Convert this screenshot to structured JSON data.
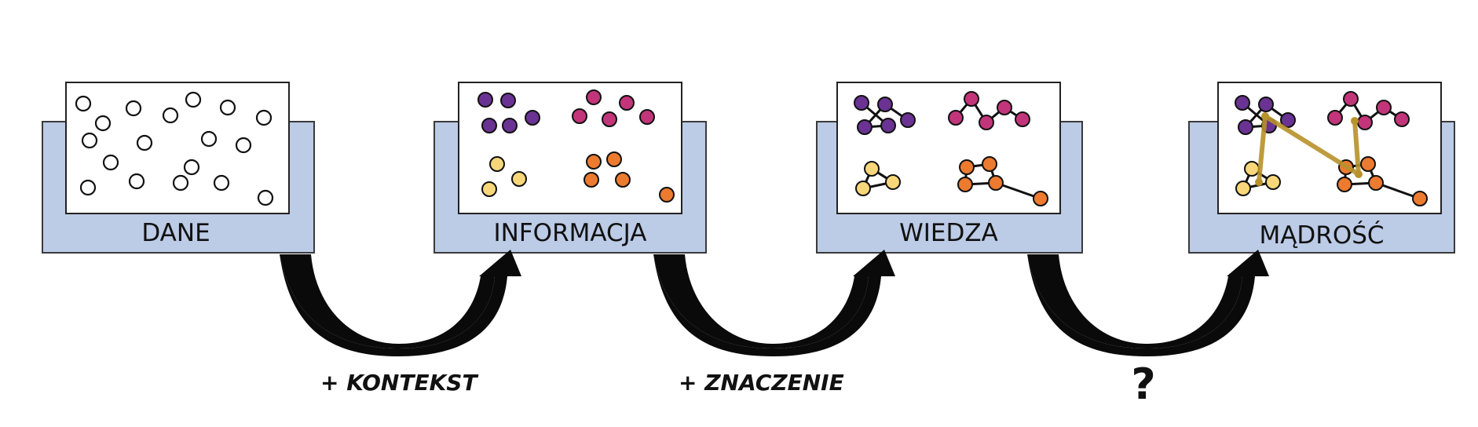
{
  "colors": {
    "tray": "#bccbe6",
    "tray_border": "#3a3a3a",
    "purple": "#6a3393",
    "magenta": "#c3357a",
    "yellow": "#f8d77a",
    "orange": "#ec7a2f",
    "gold_link": "#b8922a",
    "arrow": "#0a0a0a"
  },
  "stages": [
    {
      "id": "dane",
      "label": "DANE"
    },
    {
      "id": "informacja",
      "label": "INFORMACJA"
    },
    {
      "id": "wiedza",
      "label": "WIEDZA"
    },
    {
      "id": "madrosc",
      "label": "MĄDROŚĆ"
    }
  ],
  "transitions": [
    {
      "label": "+ KONTEKST"
    },
    {
      "label": "+ ZNACZENIE"
    },
    {
      "label": "?"
    }
  ]
}
